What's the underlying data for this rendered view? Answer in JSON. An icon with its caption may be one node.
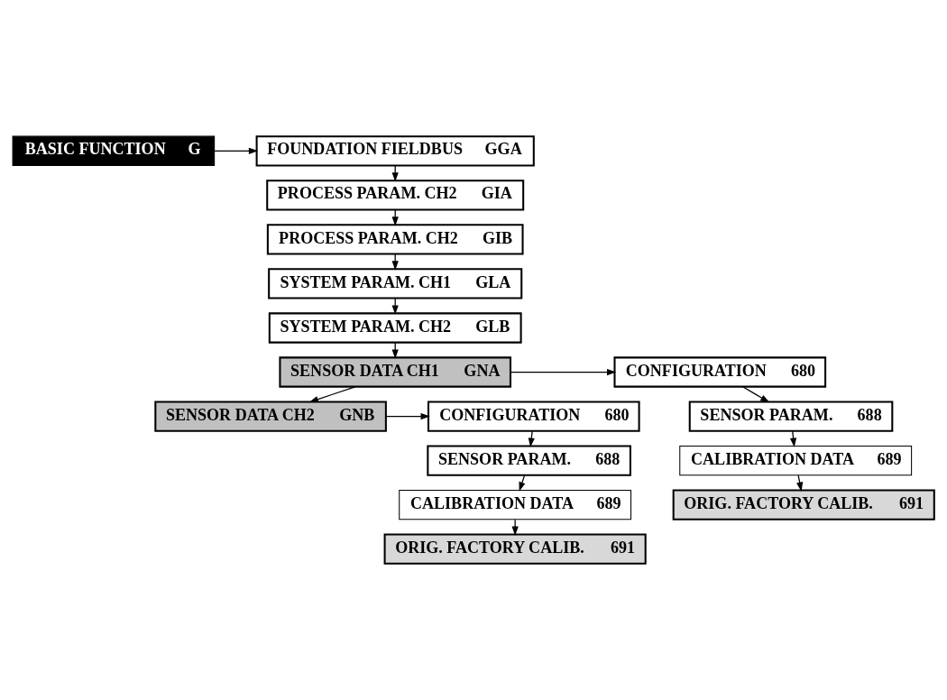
{
  "diagram": {
    "nodes": [
      {
        "text": [
          "BASIC FUNCTION",
          "G"
        ]
      },
      {
        "text": [
          "FOUNDATION FIELDBUS",
          "GGA"
        ]
      },
      {
        "text": [
          "PROCESS PARAM. CH2",
          "GIA"
        ]
      },
      {
        "text": [
          "PROCESS PARAM. CH2",
          "GIB"
        ]
      },
      {
        "text": [
          "SYSTEM PARAM. CH1",
          "GLA"
        ]
      },
      {
        "text": [
          "SYSTEM PARAM. CH2",
          "GLB"
        ]
      },
      {
        "text": [
          "SENSOR DATA CH1",
          "GNA"
        ]
      },
      {
        "text": [
          "CONFIGURATION",
          "680"
        ]
      },
      {
        "text": [
          "SENSOR PARAM.",
          "688"
        ]
      },
      {
        "text": [
          "CALIBRATION DATA",
          "689"
        ]
      },
      {
        "text": [
          "ORIG. FACTORY CALIB.",
          "691"
        ]
      },
      {
        "text": [
          "SENSOR DATA CH2",
          "GNB"
        ]
      },
      {
        "text": [
          "CONFIGURATION",
          "680"
        ]
      },
      {
        "text": [
          "SENSOR PARAM.",
          "688"
        ]
      },
      {
        "text": [
          "CALIBRATION DATA",
          "689"
        ]
      },
      {
        "text": [
          "ORIG. FACTORY CALIB.",
          "691"
        ]
      }
    ],
    "edges": [
      {
        "from": 0,
        "to": 1,
        "arrow": "to"
      },
      {
        "from": 1,
        "to": 2,
        "arrow": "to"
      },
      {
        "from": 2,
        "to": 3,
        "arrow": "to"
      },
      {
        "from": 3,
        "to": 4,
        "arrow": "to"
      },
      {
        "from": 4,
        "to": 5,
        "arrow": "to"
      },
      {
        "from": 5,
        "to": 6,
        "arrow": "to"
      },
      {
        "from": 6,
        "to": 7,
        "arrow": "to"
      },
      {
        "from": 7,
        "to": 8,
        "arrow": "to"
      },
      {
        "from": 8,
        "to": 9,
        "arrow": "to"
      },
      {
        "from": 9,
        "to": 10,
        "arrow": "to"
      },
      {
        "from": 6,
        "to": 11,
        "arrow": "to"
      },
      {
        "from": 11,
        "to": 12,
        "arrow": "to"
      },
      {
        "from": 12,
        "to": 13,
        "arrow": "to"
      },
      {
        "from": 13,
        "to": 14,
        "arrow": "to"
      },
      {
        "from": 14,
        "to": 15,
        "arrow": "to"
      }
    ]
  }
}
